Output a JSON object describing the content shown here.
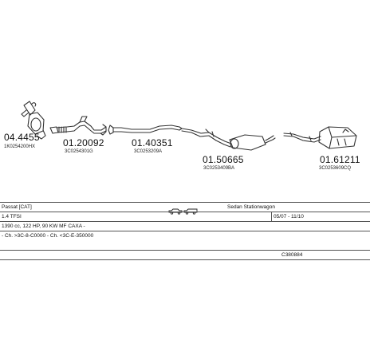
{
  "parts": [
    {
      "number": "04.4455",
      "ref": "1K0254200HX"
    },
    {
      "number": "01.20092",
      "ref": "3C0254301G"
    },
    {
      "number": "01.40351",
      "ref": "3C0253209A"
    },
    {
      "number": "01.50665",
      "ref": "3C0253409BA"
    },
    {
      "number": "01.61211",
      "ref": "3C0253609CQ"
    }
  ],
  "vehicle": {
    "model": "Passat  [CAT]",
    "body": "Sedan Stationwagon",
    "engine": "1.4 TFSI",
    "period": "05/07 - 11/10",
    "spec": "1390 cc, 122 HP, 90 KW MF CAXA -",
    "chassis": "- Ch. >3C-8-C0000 - Ch. <3C-E-350000",
    "code": "C380884"
  },
  "icons": [
    "sedan-icon",
    "station-wagon-icon"
  ]
}
